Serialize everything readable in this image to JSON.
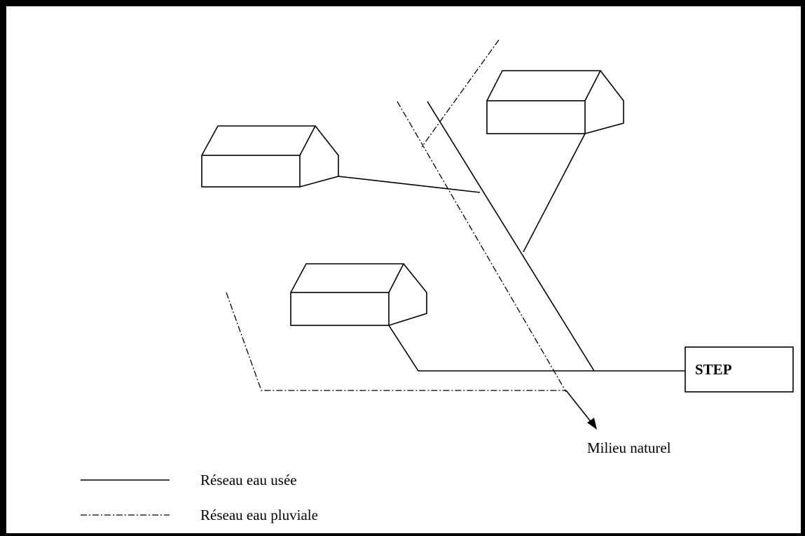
{
  "diagram": {
    "step_label": "STEP",
    "outlet_label": "Milieu naturel",
    "legend": {
      "wastewater": "Réseau eau usée",
      "stormwater": "Réseau eau pluviale"
    }
  }
}
